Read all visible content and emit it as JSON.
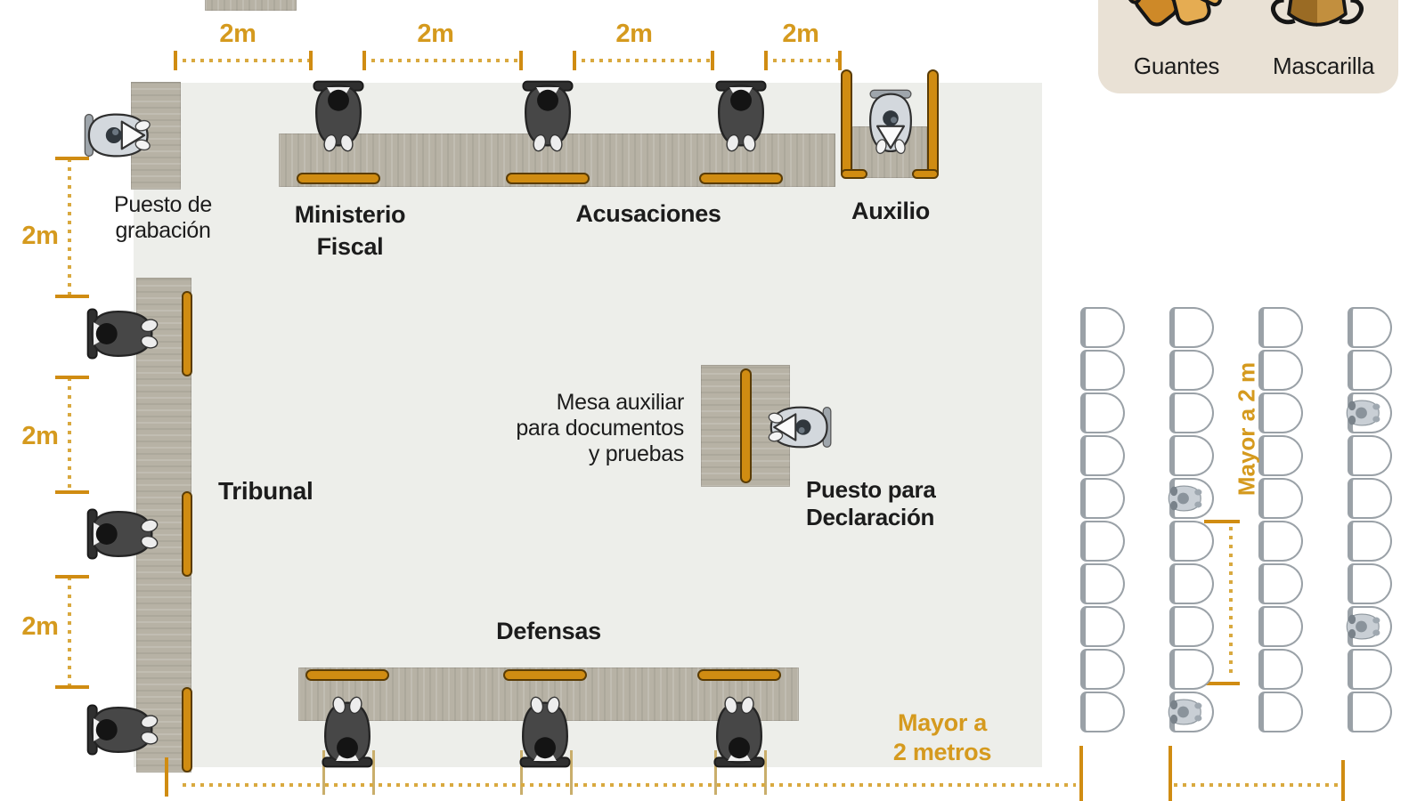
{
  "colors": {
    "accent": "#D08C12",
    "accent_text": "#D59A1E",
    "dotted": "#D9A93F",
    "suit": "#474747",
    "suit_head": "#141414",
    "light_person": "#D3D8DD",
    "audience_person": "#C9CFD5",
    "floor": "#EDEEEA",
    "table": "#B7B2A5",
    "panel": "#E9E1D5",
    "chair": "#9AA1A7",
    "text": "#1C1C1C"
  },
  "measurements": {
    "two_m": "2m",
    "top_2m_count": 4,
    "left_2m_count": 3,
    "mayor_2_metros": [
      "Mayor a",
      "2 metros"
    ],
    "mayor_2_m_vertical": "Mayor a 2 m"
  },
  "areas": {
    "recording": {
      "label": [
        "Puesto de",
        "grabación"
      ],
      "seats": 1
    },
    "ministerio": {
      "label": [
        "Ministerio",
        "Fiscal"
      ],
      "seats": 1
    },
    "acusaciones": {
      "label": "Acusaciones",
      "seats": 2
    },
    "auxilio": {
      "label": "Auxilio",
      "seats": 1
    },
    "tribunal": {
      "label": "Tribunal",
      "seats": 3
    },
    "mesa_auxiliar": {
      "label": [
        "Mesa auxiliar",
        "para documentos",
        "y pruebas"
      ]
    },
    "declaracion": {
      "label": [
        "Puesto para",
        "Declaración"
      ],
      "seats": 1
    },
    "defensas": {
      "label": "Defensas",
      "seats": 3
    }
  },
  "ppe": {
    "gloves_label": "Guantes",
    "mask_label": "Mascarilla"
  },
  "audience": {
    "columns": 4,
    "rows": 10,
    "occupied": [
      {
        "col": 2,
        "row": 5
      },
      {
        "col": 2,
        "row": 10
      },
      {
        "col": 4,
        "row": 3
      },
      {
        "col": 4,
        "row": 8
      }
    ]
  }
}
